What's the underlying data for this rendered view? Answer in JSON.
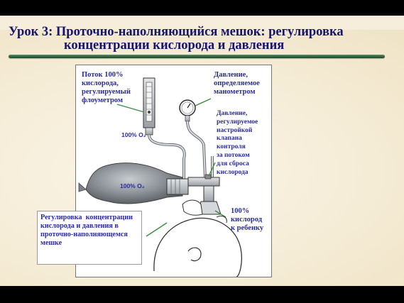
{
  "title": {
    "line1": "Урок 3: Проточно-наполняющийся мешок: регулировка",
    "line2": "концентрации кислорода и давления"
  },
  "diagram": {
    "labels": {
      "flowmeter": "Поток 100%\nкислорода,\nрегулируемый\nфлоуметром",
      "manometer": "Давление,\nопределяемое\nманометром",
      "valve": "Давление,\nрегулируемое\nнастройкой\nклапана\nконтроля\nза потоком\nдля сброса\nкислорода",
      "child": "100%\nкислород\nк ребенку",
      "regulation": "Регулировка  концентрации\nкислорода и давления в\nпроточно-наполняющемся\nмешке"
    },
    "inner_labels": {
      "tube_o2": "100% O₂",
      "bag_o2": "100% O₂"
    },
    "colors": {
      "title": "#15156e",
      "label": "#2b2ba0",
      "rule": "#2d5e3c",
      "slide_bg": "#f6eedb"
    }
  }
}
